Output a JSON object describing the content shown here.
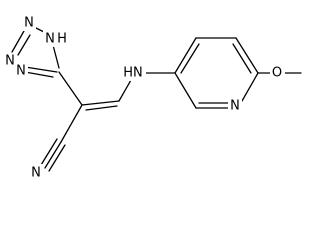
{
  "diagram": {
    "kind": "chemical-structure",
    "line_color": "#000000",
    "background": "#ffffff",
    "atoms": {
      "tetrazole_n_a": "N",
      "tetrazole_n_b": "N",
      "tetrazole_n_c": "N",
      "tetrazole_nh": "N",
      "tetrazole_h": "H",
      "amine_nh": "HN",
      "pyridine_n": "N",
      "methoxy_o": "O",
      "nitrile_n": "N"
    }
  }
}
